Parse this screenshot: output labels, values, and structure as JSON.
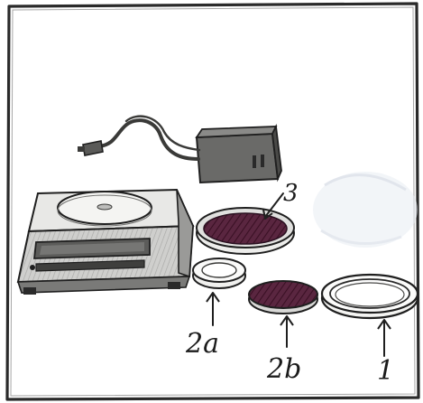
{
  "figure": {
    "labels": {
      "dish_with_contents": "3",
      "small_ring": "2a",
      "small_dish": "2b",
      "large_ring": "1"
    },
    "colors": {
      "ink": "#1b1b1b",
      "paper": "#ffffff",
      "frame": "#2a2a2a",
      "scale_body": "#d8d8d6",
      "scale_shadow": "#8e8e8c",
      "adapter": "#5a5a58",
      "dish_fill_purple": "#5a2640",
      "label_3_blue": "#2a2a7a"
    },
    "objects": [
      "digital-scale",
      "power-adapter",
      "cable",
      "petri-dish-with-contents",
      "small-ring",
      "small-filled-dish",
      "large-double-ring"
    ]
  }
}
